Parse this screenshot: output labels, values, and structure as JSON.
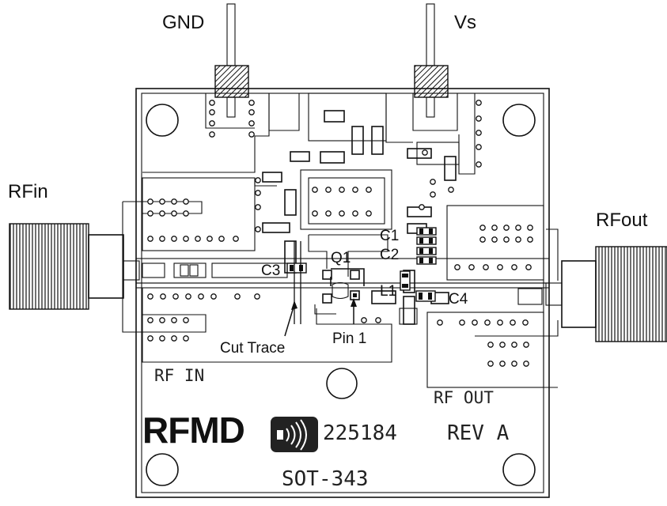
{
  "labels": {
    "gnd": "GND",
    "vs": "Vs",
    "rfin": "RFin",
    "rfout": "RFout",
    "c1": "C1",
    "c2": "C2",
    "c3": "C3",
    "c4": "C4",
    "q1": "Q1",
    "l1": "L1",
    "cut_trace": "Cut Trace",
    "pin1": "Pin 1"
  },
  "silkscreen": {
    "rf_in": "RF IN",
    "rf_out": "RF OUT",
    "part_number": "225184",
    "revision": "REV A",
    "package": "SOT-343"
  },
  "logo": {
    "company": "RFMD"
  }
}
